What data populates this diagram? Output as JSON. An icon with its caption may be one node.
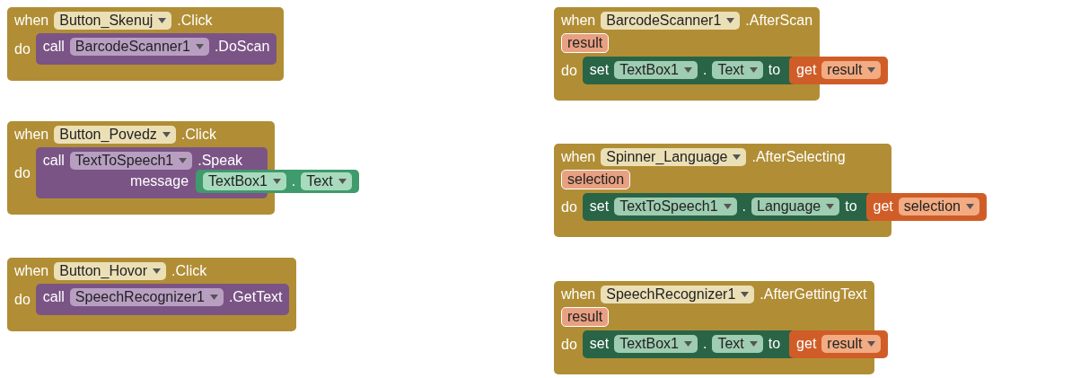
{
  "diagram": {
    "nodes": [
      {
        "text": [
          "when",
          ".Click",
          "do"
        ]
      },
      {
        "text": [
          "Button_Skenuj"
        ],
        "in": 0
      },
      {
        "text": [
          "call",
          ".DoScan"
        ],
        "in": 0
      },
      {
        "text": [
          "BarcodeScanner1"
        ],
        "in": 2
      },
      {
        "text": [
          "when",
          ".Click",
          "do"
        ]
      },
      {
        "text": [
          "Button_Povedz"
        ],
        "in": 4
      },
      {
        "text": [
          "call",
          ".Speak",
          "message"
        ],
        "in": 4
      },
      {
        "text": [
          "TextToSpeech1"
        ],
        "in": 6
      },
      {
        "text": [
          "."
        ]
      },
      {
        "text": [
          "TextBox1"
        ],
        "in": 8
      },
      {
        "text": [
          "Text"
        ],
        "in": 8
      },
      {
        "text": [
          "when",
          ".Click",
          "do"
        ]
      },
      {
        "text": [
          "Button_Hovor"
        ],
        "in": 11
      },
      {
        "text": [
          "call",
          ".GetText"
        ],
        "in": 11
      },
      {
        "text": [
          "SpeechRecognizer1"
        ],
        "in": 13
      },
      {
        "text": [
          "when",
          ".AfterScan",
          "do"
        ]
      },
      {
        "text": [
          "BarcodeScanner1"
        ],
        "in": 15
      },
      {
        "text": [
          "result"
        ],
        "in": 15
      },
      {
        "text": [
          "set",
          ".",
          "to"
        ],
        "in": 15
      },
      {
        "text": [
          "TextBox1"
        ],
        "in": 18
      },
      {
        "text": [
          "Text"
        ],
        "in": 18
      },
      {
        "text": [
          "get"
        ]
      },
      {
        "text": [
          "result"
        ],
        "in": 21
      },
      {
        "text": [
          "when",
          ".AfterSelecting",
          "do"
        ]
      },
      {
        "text": [
          "Spinner_Language"
        ],
        "in": 23
      },
      {
        "text": [
          "selection"
        ],
        "in": 23
      },
      {
        "text": [
          "set",
          ".",
          "to"
        ],
        "in": 23
      },
      {
        "text": [
          "TextToSpeech1"
        ],
        "in": 26
      },
      {
        "text": [
          "Language"
        ],
        "in": 26
      },
      {
        "text": [
          "get"
        ]
      },
      {
        "text": [
          "selection"
        ],
        "in": 29
      },
      {
        "text": [
          "when",
          ".AfterGettingText",
          "do"
        ]
      },
      {
        "text": [
          "SpeechRecognizer1"
        ],
        "in": 31
      },
      {
        "text": [
          "result"
        ],
        "in": 31
      },
      {
        "text": [
          "set",
          ".",
          "to"
        ],
        "in": 31
      },
      {
        "text": [
          "TextBox1"
        ],
        "in": 34
      },
      {
        "text": [
          "Text"
        ],
        "in": 34
      },
      {
        "text": [
          "get"
        ]
      },
      {
        "text": [
          "result"
        ],
        "in": 37
      }
    ]
  }
}
